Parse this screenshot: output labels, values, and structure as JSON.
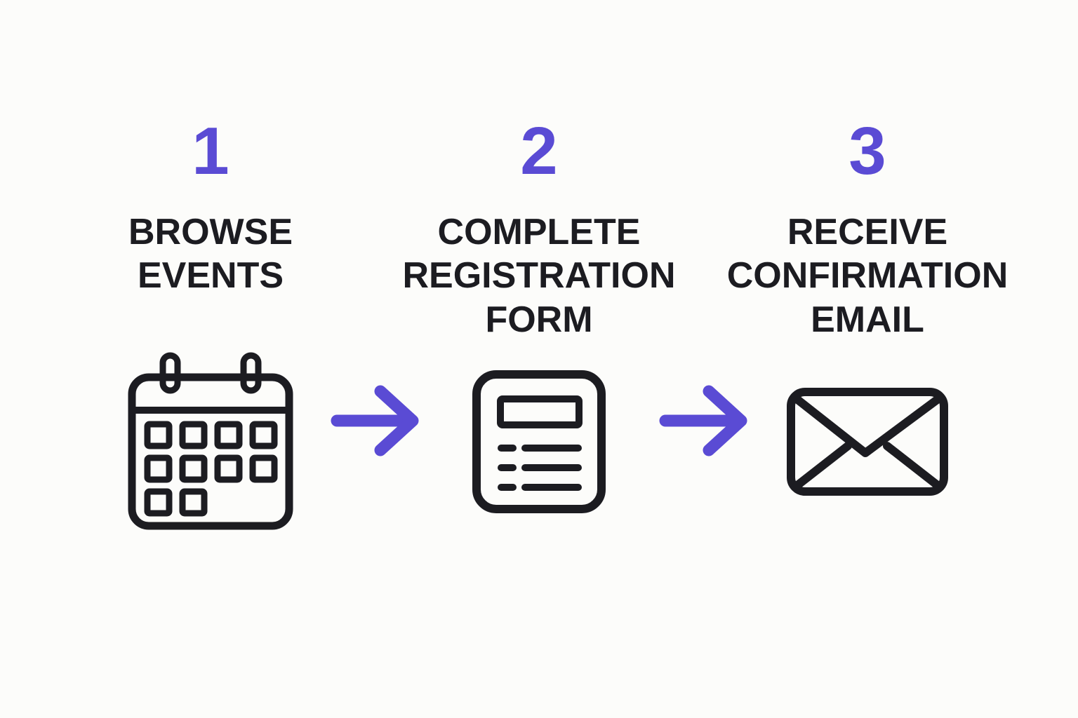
{
  "colors": {
    "accent": "#5a4bd4",
    "ink": "#1c1c21",
    "background": "#fcfcfa"
  },
  "steps": [
    {
      "number": "1",
      "label": "BROWSE\nEVENTS",
      "icon": "calendar-icon"
    },
    {
      "number": "2",
      "label": "COMPLETE\nREGISTRATION\nFORM",
      "icon": "form-icon"
    },
    {
      "number": "3",
      "label": "RECEIVE\nCONFIRMATION\nEMAIL",
      "icon": "envelope-icon"
    }
  ],
  "arrows": [
    {
      "icon": "arrow-right-icon"
    },
    {
      "icon": "arrow-right-icon"
    }
  ]
}
